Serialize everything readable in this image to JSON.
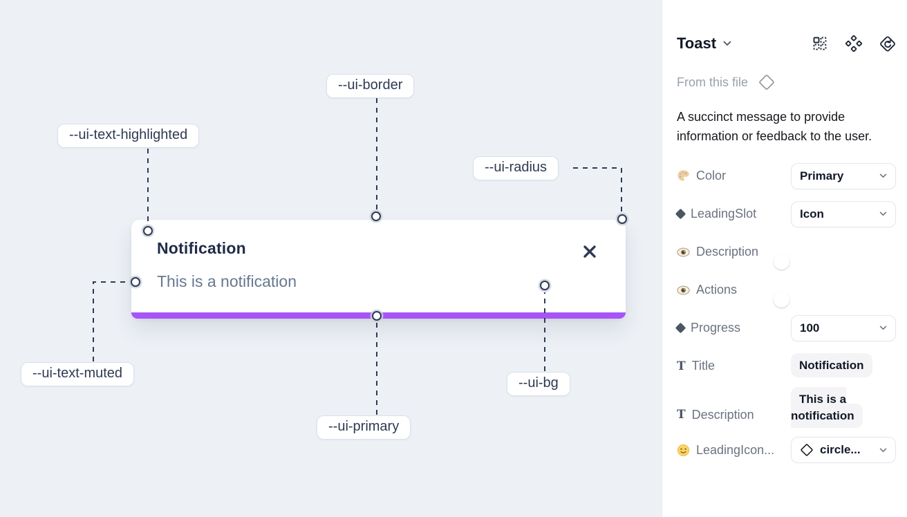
{
  "canvas": {
    "toast": {
      "title": "Notification",
      "description": "This is a notification",
      "close_icon": "close-x"
    },
    "annotations": [
      {
        "label": "--ui-text-highlighted"
      },
      {
        "label": "--ui-border"
      },
      {
        "label": "--ui-radius"
      },
      {
        "label": "--ui-text-muted"
      },
      {
        "label": "--ui-primary"
      },
      {
        "label": "--ui-bg"
      }
    ],
    "colors": {
      "canvas_bg": "#edf1f6",
      "progress_bar": "#a855f7",
      "connector_line": "#2e3a52",
      "title_text": "#1f2b47",
      "muted_text": "#66788f"
    }
  },
  "panel": {
    "title": "Toast",
    "source_label": "From this file",
    "description": "A succinct message to provide information or feedback to the user.",
    "header_icons": [
      "instance-grid-icon",
      "component-diamonds-icon",
      "swap-instance-icon"
    ],
    "rows": [
      {
        "icon": "palette-icon",
        "label": "Color",
        "control": "dropdown",
        "value": "Primary"
      },
      {
        "icon": "diamond-icon",
        "label": "LeadingSlot",
        "control": "dropdown",
        "value": "Icon"
      },
      {
        "icon": "eye-icon",
        "label": "Description",
        "control": "toggle",
        "value": "on"
      },
      {
        "icon": "eye-icon",
        "label": "Actions",
        "control": "toggle",
        "value": "on"
      },
      {
        "icon": "diamond-icon",
        "label": "Progress",
        "control": "dropdown",
        "value": "100"
      },
      {
        "icon": "text-icon",
        "label": "Title",
        "control": "text-field",
        "value": "Notification"
      },
      {
        "icon": "text-icon",
        "label": "Description",
        "control": "text-field",
        "value": "This is a notification"
      },
      {
        "icon": "smiley-icon",
        "label": "LeadingIcon...",
        "control": "dropdown-icon",
        "value": "circle..."
      }
    ],
    "colors": {
      "toggle_on": "#2196f3"
    }
  }
}
